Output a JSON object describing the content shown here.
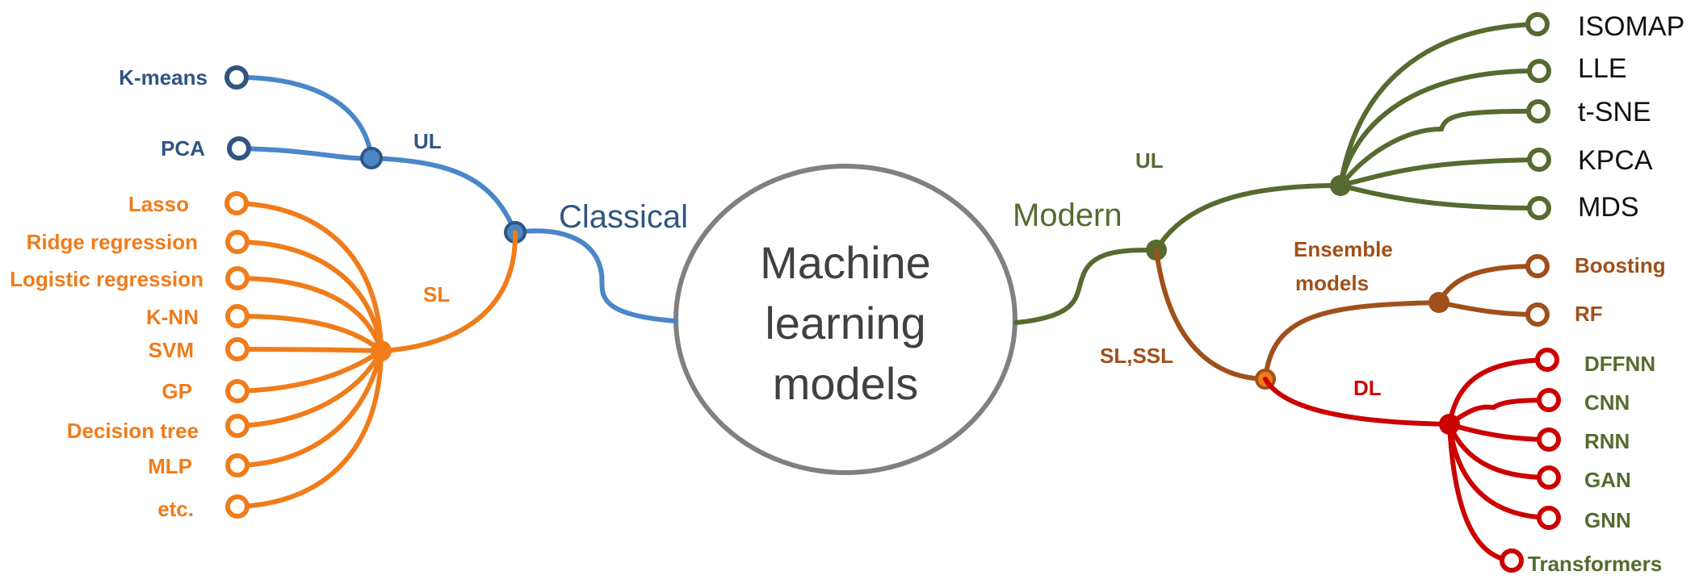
{
  "colors": {
    "classical": "#4a86c8",
    "classical_text": "#2f5582",
    "sl_classical": "#f07c1a",
    "modern": "#556b2f",
    "sl_modern": "#a0501a",
    "dl": "#cc0000",
    "center_border": "#808080"
  },
  "center": {
    "line1": "Machine",
    "line2": "learning",
    "line3": "models"
  },
  "classical": {
    "label": "Classical",
    "ul": {
      "label": "UL",
      "items": [
        "K-means",
        "PCA"
      ]
    },
    "sl": {
      "label": "SL",
      "items": [
        "Lasso",
        "Ridge regression",
        "Logistic regression",
        "K-NN",
        "SVM",
        "GP",
        "Decision tree",
        "MLP",
        "etc."
      ]
    }
  },
  "modern": {
    "label": "Modern",
    "ul": {
      "label": "UL",
      "items": [
        "ISOMAP",
        "LLE",
        "t-SNE",
        "KPCA",
        "MDS"
      ]
    },
    "sl_ssl": {
      "label": "SL,SSL",
      "ensemble": {
        "label_line1": "Ensemble",
        "label_line2": "models",
        "items": [
          "Boosting",
          "RF"
        ]
      },
      "dl": {
        "label": "DL",
        "items": [
          "DFFNN",
          "CNN",
          "RNN",
          "GAN",
          "GNN",
          "Transformers"
        ]
      }
    }
  }
}
